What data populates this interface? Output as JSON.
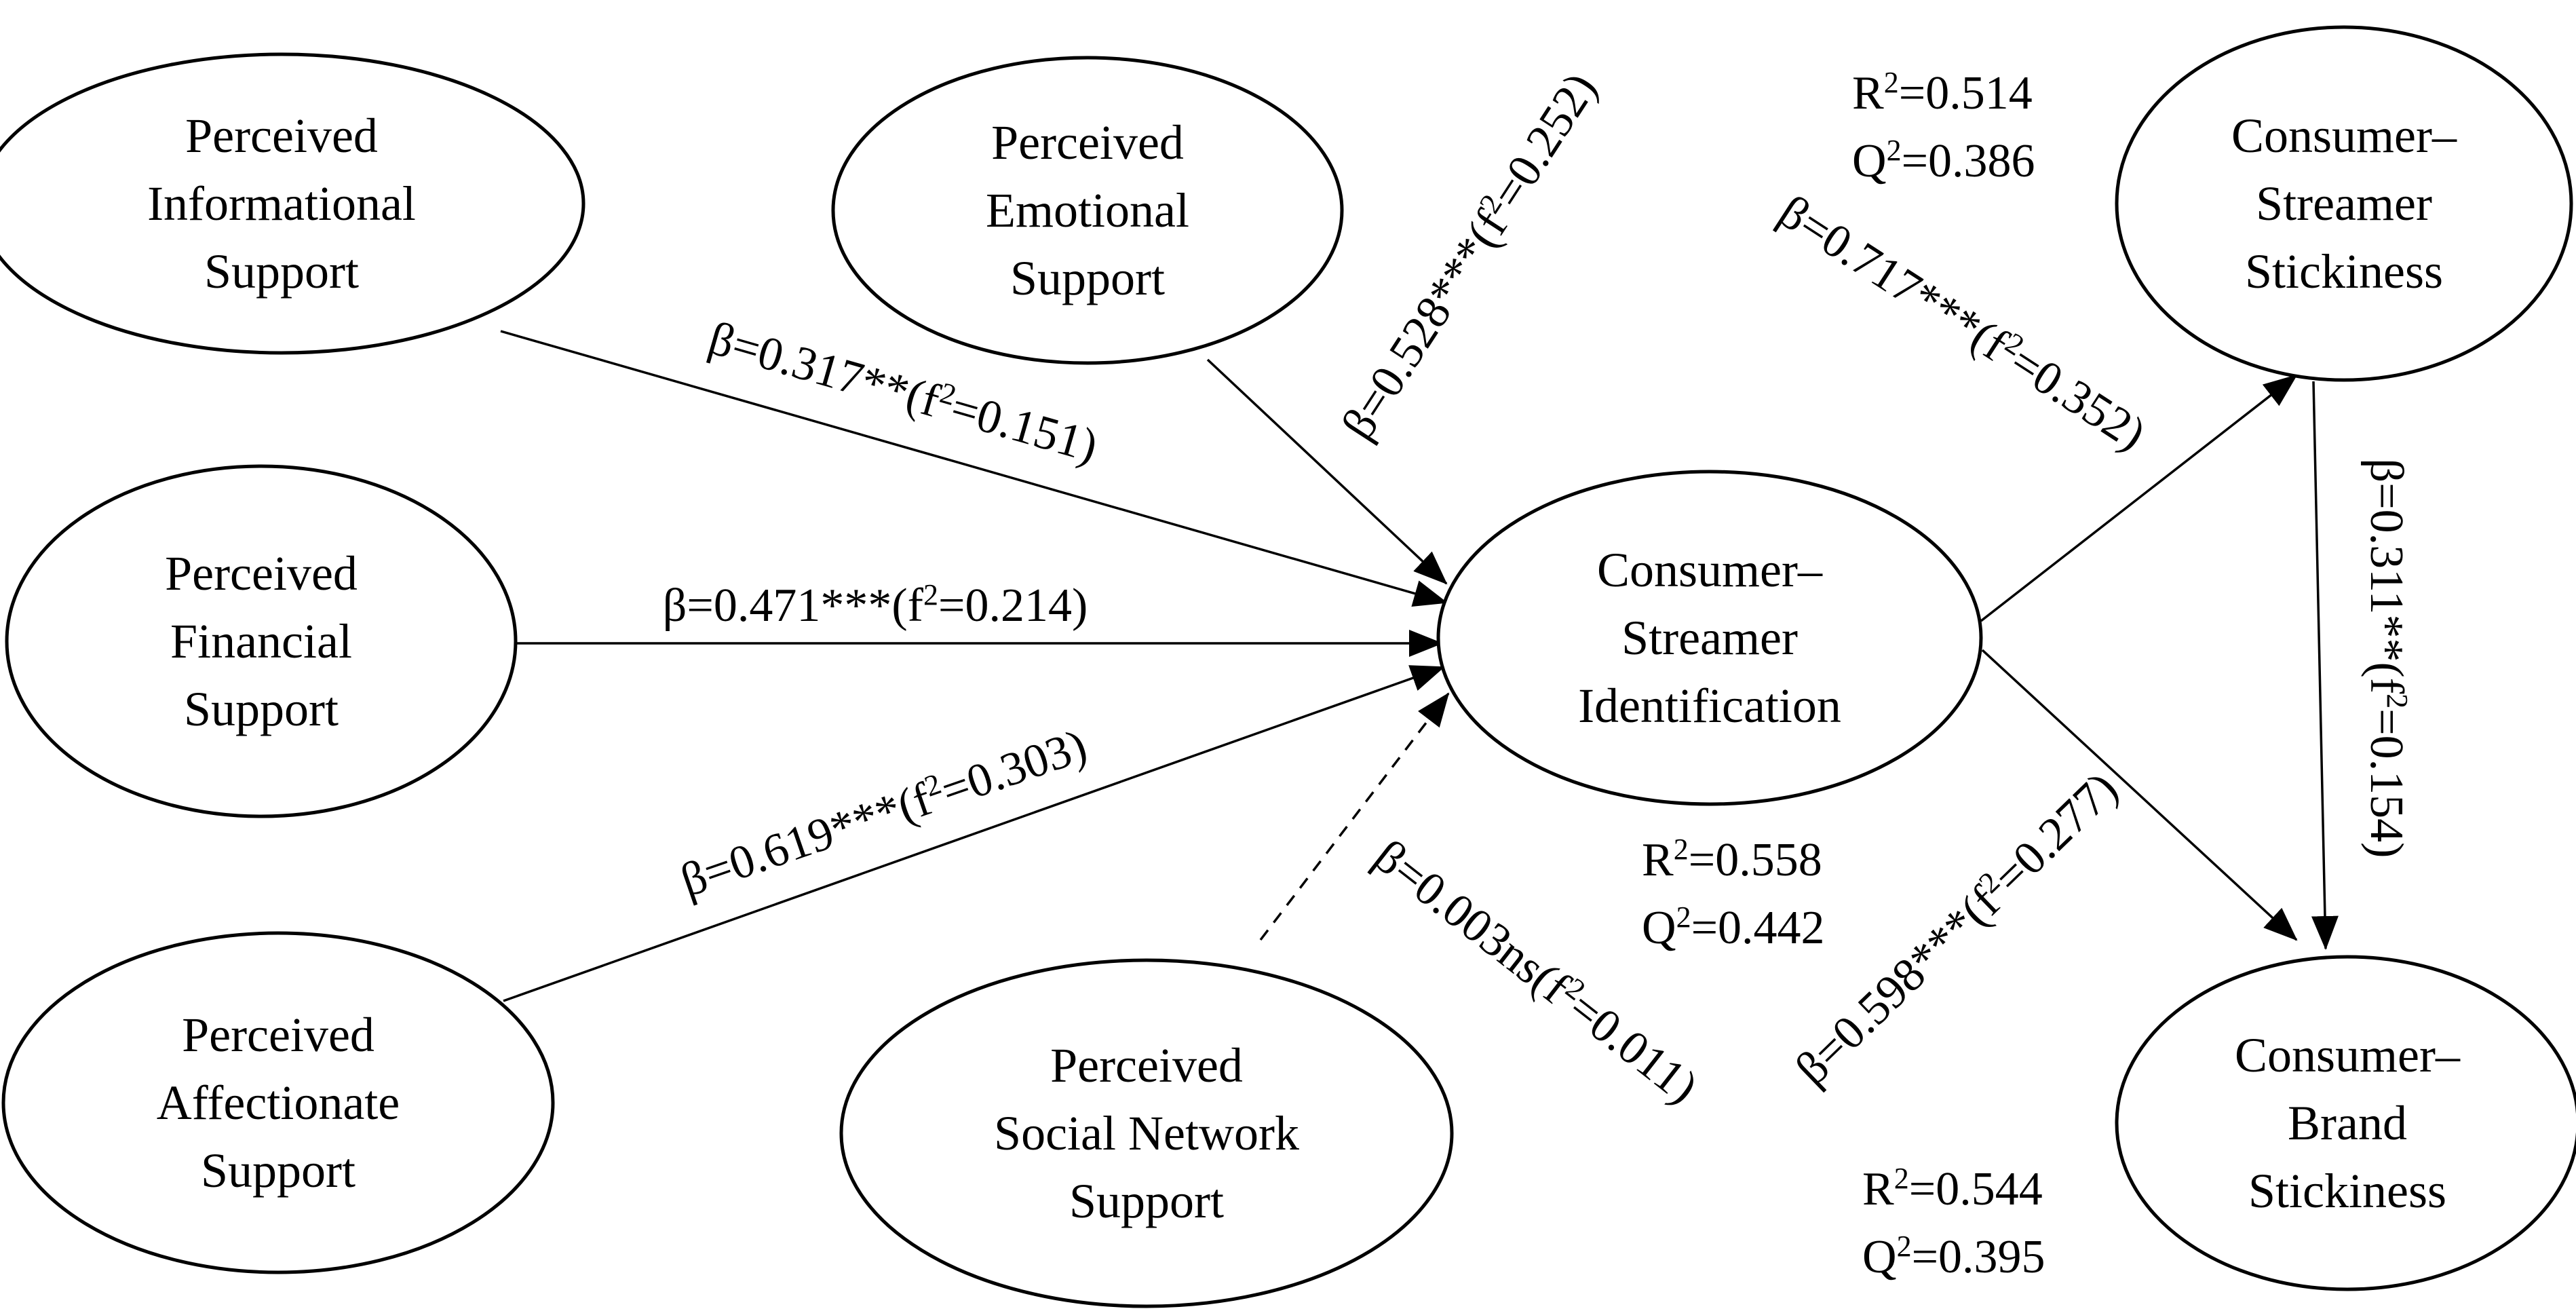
{
  "nodes": [
    {
      "id": "pis",
      "lines": [
        "Perceived",
        "Informational",
        "Support"
      ]
    },
    {
      "id": "pes",
      "lines": [
        "Perceived",
        "Emotional",
        "Support"
      ]
    },
    {
      "id": "pfs",
      "lines": [
        "Perceived",
        "Financial",
        "Support"
      ]
    },
    {
      "id": "pas",
      "lines": [
        "Perceived",
        "Affectionate",
        "Support"
      ]
    },
    {
      "id": "psns",
      "lines": [
        "Perceived",
        "Social Network",
        "Support"
      ]
    },
    {
      "id": "csi",
      "lines": [
        "Consumer–",
        "Streamer",
        "Identification"
      ]
    },
    {
      "id": "css",
      "lines": [
        "Consumer–",
        "Streamer",
        "Stickiness"
      ]
    },
    {
      "id": "cbs",
      "lines": [
        "Consumer–",
        "Brand",
        "Stickiness"
      ]
    }
  ],
  "paths": [
    {
      "from": "pis",
      "to": "csi",
      "beta": "β=0.317**",
      "f2": "0.151",
      "dashed": false
    },
    {
      "from": "pes",
      "to": "csi",
      "beta": "β=0.528***",
      "f2": "0.252",
      "dashed": false
    },
    {
      "from": "pfs",
      "to": "csi",
      "beta": "β=0.471***",
      "f2": "0.214",
      "dashed": false
    },
    {
      "from": "pas",
      "to": "csi",
      "beta": "β=0.619***",
      "f2": "0.303",
      "dashed": false
    },
    {
      "from": "psns",
      "to": "csi",
      "beta": "β=0.003ns",
      "f2": "0.011",
      "dashed": true
    },
    {
      "from": "csi",
      "to": "css",
      "beta": "β=0.717***",
      "f2": "0.352",
      "dashed": false
    },
    {
      "from": "csi",
      "to": "cbs",
      "beta": "β=0.598***",
      "f2": "0.277",
      "dashed": false
    },
    {
      "from": "css",
      "to": "cbs",
      "beta": "β=0.311**",
      "f2": "0.154",
      "dashed": false
    }
  ],
  "stats": [
    {
      "node": "csi",
      "r2": "0.558",
      "q2": "0.442"
    },
    {
      "node": "css",
      "r2": "0.514",
      "q2": "0.386"
    },
    {
      "node": "cbs",
      "r2": "0.544",
      "q2": "0.395"
    }
  ]
}
